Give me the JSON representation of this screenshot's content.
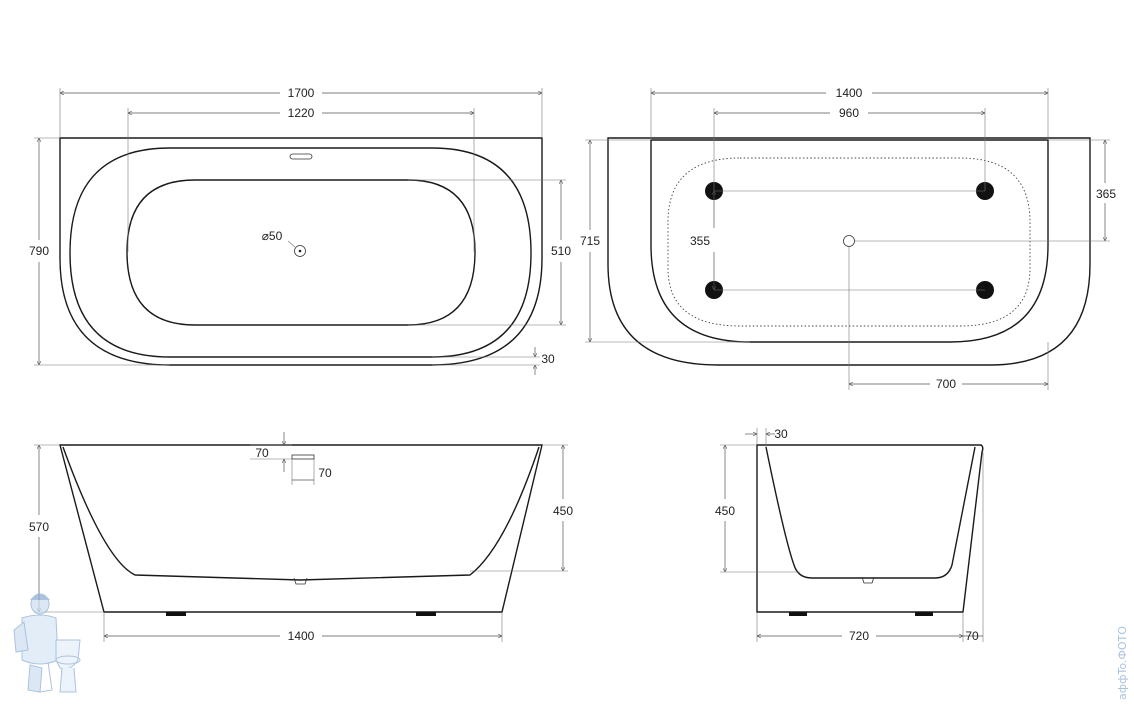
{
  "top_view_front": {
    "overall_width": "1700",
    "inner_width": "1220",
    "overall_depth": "790",
    "inner_depth": "510",
    "drain_diameter": "⌀50",
    "rim_width": "30"
  },
  "top_view_side": {
    "overall_width": "1400",
    "feet_spacing_x": "960",
    "overall_depth": "715",
    "feet_spacing_y": "355",
    "drain_offset_y": "365",
    "drain_offset_x": "700"
  },
  "front_elevation": {
    "overflow_height": "70",
    "overflow_width": "70",
    "total_height": "570",
    "inner_depth": "450",
    "base_length": "1400"
  },
  "side_elevation": {
    "rim_thickness": "30",
    "inner_depth": "450",
    "base_width": "720",
    "rim_overhang": "70"
  },
  "watermark": {
    "text": "aффTo.ФОТО",
    "color": "#a9c3df",
    "icon": "plumber-mascot-icon"
  },
  "colors": {
    "line": "#1a1a1a",
    "background": "#ffffff"
  }
}
